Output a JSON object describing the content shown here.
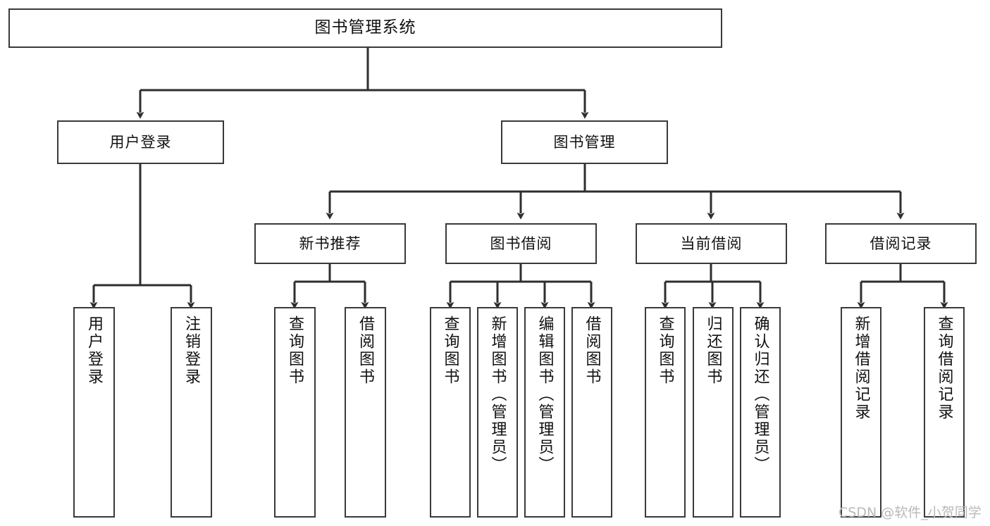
{
  "diagram": {
    "type": "tree",
    "title": "图书管理系统",
    "style": {
      "box_border": "#3a3a3a",
      "box_fill": "#ffffff",
      "line": "#2e2e2e",
      "text": "#111111",
      "background": "#ffffff"
    },
    "nodes": {
      "root": {
        "label": "图书管理系统",
        "level": 0
      },
      "l1": [
        {
          "id": "user-login",
          "label": "用户登录"
        },
        {
          "id": "book-manage",
          "label": "图书管理"
        }
      ],
      "l2": [
        {
          "id": "new-book-recommend",
          "label": "新书推荐",
          "parent": "book-manage"
        },
        {
          "id": "book-borrow",
          "label": "图书借阅",
          "parent": "book-manage"
        },
        {
          "id": "current-borrow",
          "label": "当前借阅",
          "parent": "book-manage"
        },
        {
          "id": "borrow-record",
          "label": "借阅记录",
          "parent": "book-manage"
        }
      ],
      "leaves": [
        {
          "id": "leaf-user-login",
          "label": "用户登录",
          "parent": "user-login"
        },
        {
          "id": "leaf-user-logout",
          "label": "注销登录",
          "parent": "user-login"
        },
        {
          "id": "leaf-query-book-1",
          "label": "查询图书",
          "parent": "new-book-recommend"
        },
        {
          "id": "leaf-borrow-book-1",
          "label": "借阅图书",
          "parent": "new-book-recommend"
        },
        {
          "id": "leaf-query-book-2",
          "label": "查询图书",
          "parent": "book-borrow"
        },
        {
          "id": "leaf-add-book",
          "label": "新增图书（管理员）",
          "parent": "book-borrow"
        },
        {
          "id": "leaf-edit-book",
          "label": "编辑图书（管理员）",
          "parent": "book-borrow"
        },
        {
          "id": "leaf-borrow-book-2",
          "label": "借阅图书",
          "parent": "book-borrow"
        },
        {
          "id": "leaf-query-book-3",
          "label": "查询图书",
          "parent": "current-borrow"
        },
        {
          "id": "leaf-return-book",
          "label": "归还图书",
          "parent": "current-borrow"
        },
        {
          "id": "leaf-confirm-return",
          "label": "确认归还（管理员）",
          "parent": "current-borrow"
        },
        {
          "id": "leaf-add-record",
          "label": "新增借阅记录",
          "parent": "borrow-record"
        },
        {
          "id": "leaf-query-record",
          "label": "查询借阅记录",
          "parent": "borrow-record"
        }
      ]
    }
  },
  "watermark": {
    "text": "CSDN @软件_小贺同学"
  }
}
